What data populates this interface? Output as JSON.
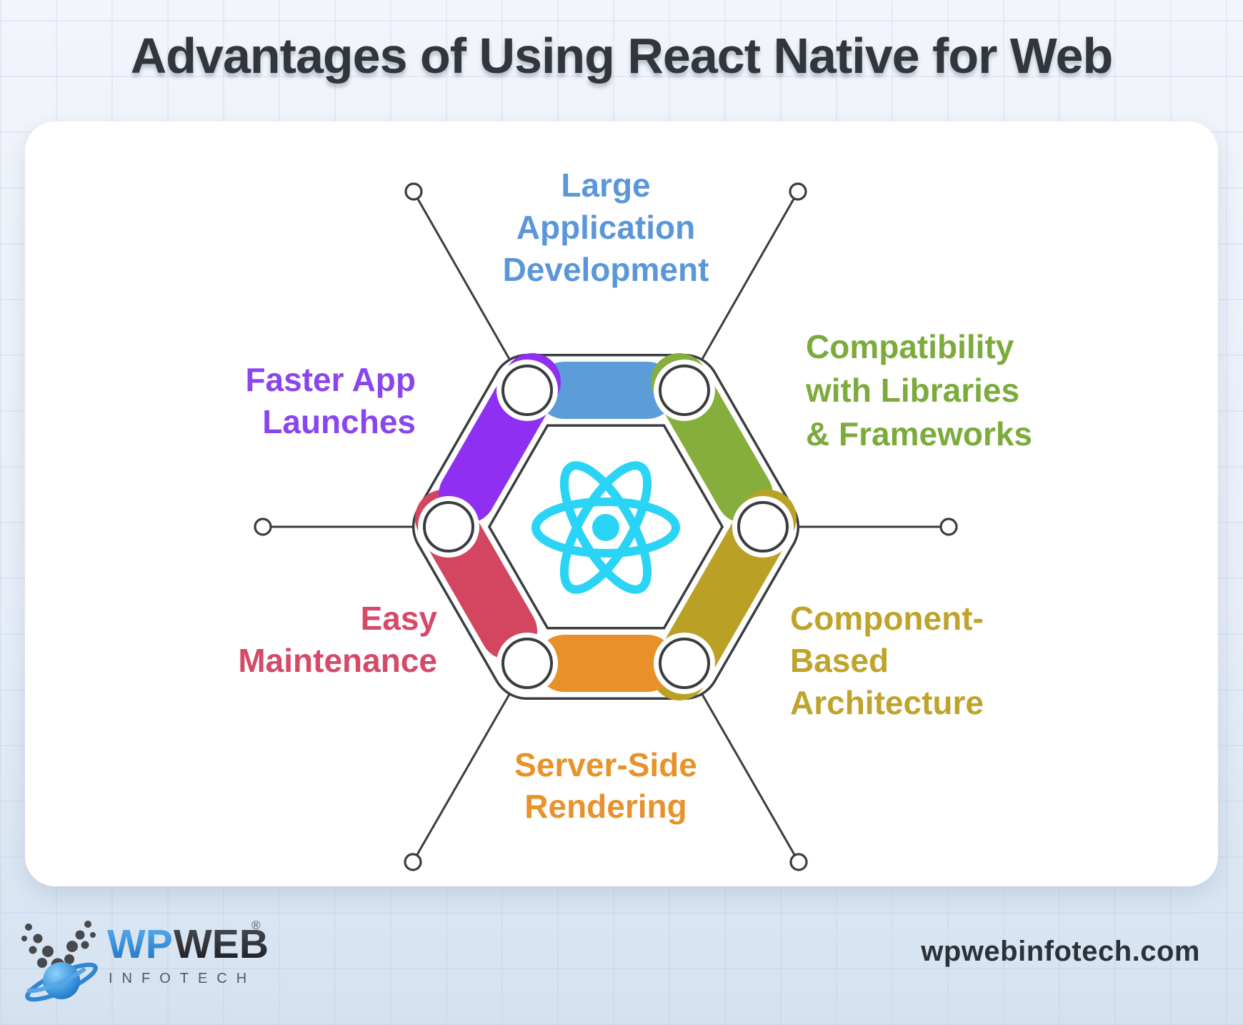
{
  "page": {
    "title": "Advantages of Using React Native for Web",
    "website": "wpwebinfotech.com"
  },
  "items": [
    {
      "id": "large-application-development",
      "label_lines": [
        "Large",
        "Application",
        "Development"
      ],
      "capsule_color": "#5b9cd9",
      "text_color": "#5b97d8",
      "position": "top"
    },
    {
      "id": "compatibility-with-libraries-frameworks",
      "label_lines": [
        "Compatibility",
        "with Libraries",
        "& Frameworks"
      ],
      "capsule_color": "#86ae3d",
      "text_color": "#7cab3c",
      "position": "top-right"
    },
    {
      "id": "component-based-architecture",
      "label_lines": [
        "Component-",
        "Based",
        "Architecture"
      ],
      "capsule_color": "#baa125",
      "text_color": "#bfa32b",
      "position": "bottom-right"
    },
    {
      "id": "server-side-rendering",
      "label_lines": [
        "Server-Side",
        "Rendering"
      ],
      "capsule_color": "#e8912a",
      "text_color": "#e8922b",
      "position": "bottom"
    },
    {
      "id": "easy-maintenance",
      "label_lines": [
        "Easy",
        "Maintenance"
      ],
      "capsule_color": "#d4455f",
      "text_color": "#d54a69",
      "position": "bottom-left"
    },
    {
      "id": "faster-app-launches",
      "label_lines": [
        "Faster App",
        "Launches"
      ],
      "capsule_color": "#8e2ff1",
      "text_color": "#8a46ee",
      "position": "top-left"
    }
  ],
  "react_logo": {
    "icon": "react-atom-icon",
    "color": "#29d4f5"
  },
  "footer": {
    "logo": {
      "icon": "wpweb-globe-icon",
      "wp": "WP",
      "web": "WEB",
      "registered": "®",
      "subtitle": "INFOTECH"
    }
  },
  "style": {
    "outline_color": "#3a3d40",
    "card_color": "#ffffff",
    "title_color": "#31353c"
  }
}
